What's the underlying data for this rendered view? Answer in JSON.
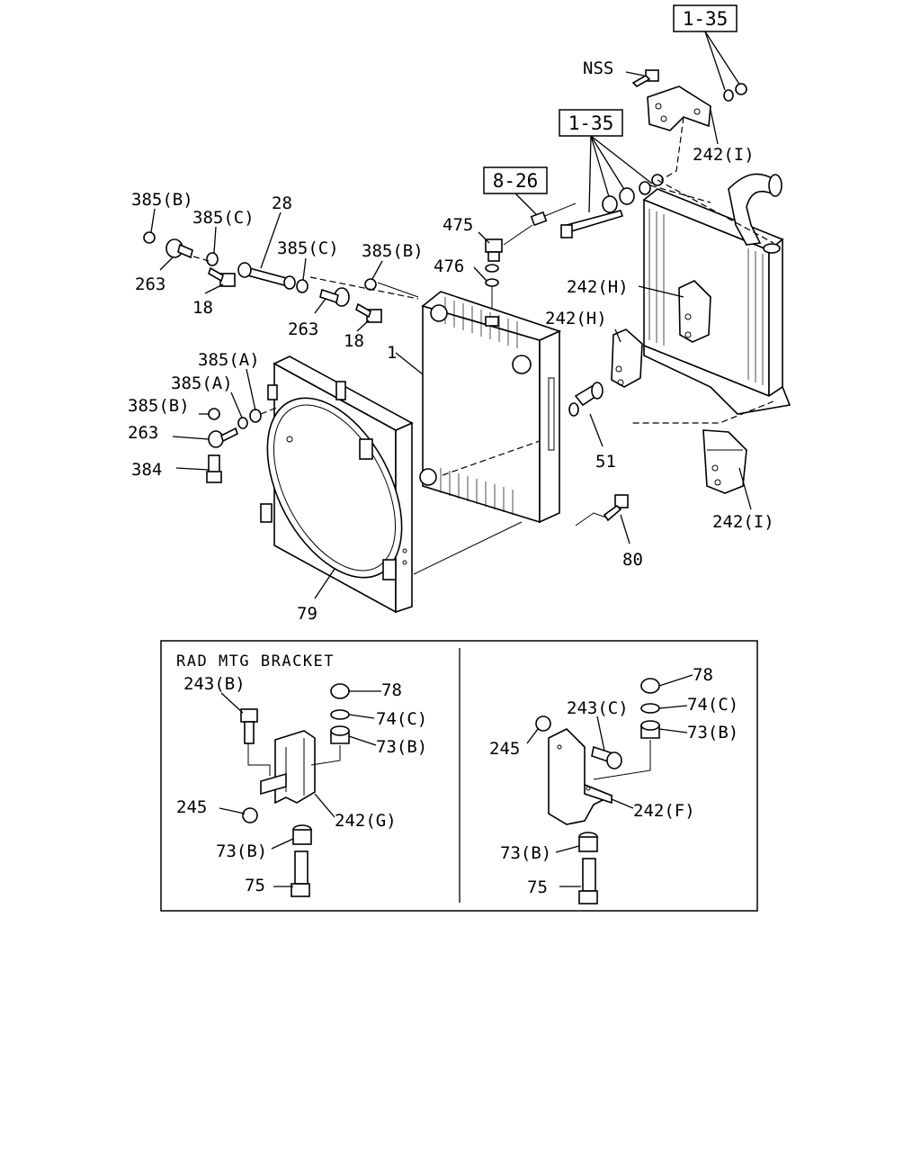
{
  "refs": {
    "r1": "1-35",
    "r2": "1-35",
    "r3": "8-26"
  },
  "labels": {
    "nss": "NSS",
    "l242i_top": "242(I)",
    "l385b_a": "385(B)",
    "l385c_a": "385(C)",
    "l28": "28",
    "l385c_b": "385(C)",
    "l385b_b": "385(B)",
    "l475": "475",
    "l476": "476",
    "l263_a": "263",
    "l18_a": "18",
    "l263_b": "263",
    "l18_b": "18",
    "l242h_a": "242(H)",
    "l242h_b": "242(H)",
    "l1": "1",
    "l385a_a": "385(A)",
    "l385a_b": "385(A)",
    "l385b_c": "385(B)",
    "l263_c": "263",
    "l384": "384",
    "l51": "51",
    "l80": "80",
    "l242i_bot": "242(I)",
    "l79": "79"
  },
  "inset": {
    "title": "RAD MTG BRACKET",
    "left": {
      "l243b": "243(B)",
      "l78": "78",
      "l74c": "74(C)",
      "l73b_top": "73(B)",
      "l245": "245",
      "l242g": "242(G)",
      "l73b_bot": "73(B)",
      "l75": "75"
    },
    "right": {
      "l78": "78",
      "l243c": "243(C)",
      "l74c": "74(C)",
      "l245": "245",
      "l73b_top": "73(B)",
      "l242f": "242(F)",
      "l73b_bot": "73(B)",
      "l75": "75"
    }
  }
}
